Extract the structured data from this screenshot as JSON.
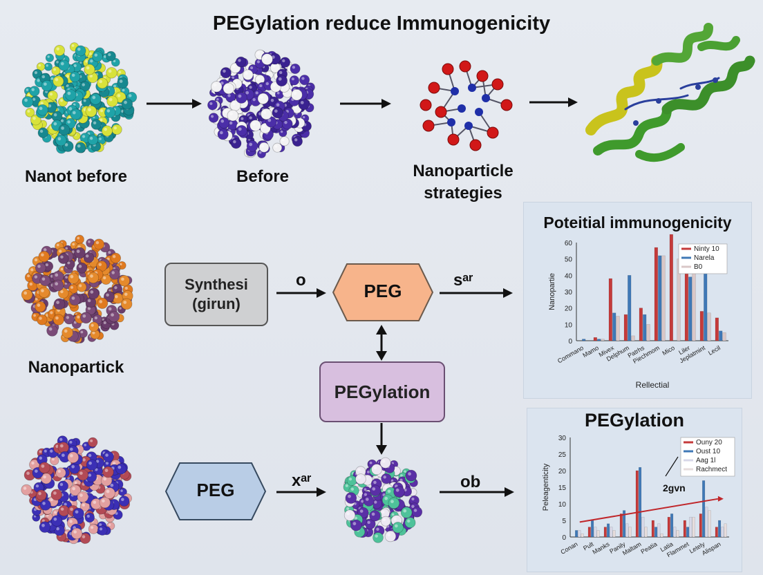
{
  "title": "PEGylation reduce  Immunogenicity",
  "labels": {
    "nanot_before": "Nanot before",
    "before": "Before",
    "nanoparticle_strategies_1": "Nanoparticle",
    "nanoparticle_strategies_2": "strategies",
    "nanopartick": "Nanopartick"
  },
  "flow": {
    "synthesi_1": "Synthesi",
    "synthesi_2": "(girun)",
    "peg_top": "PEG",
    "pegylation_box": "PEGylation",
    "peg_bottom": "PEG",
    "arrow_o": "o",
    "arrow_s": "sᵃʳ",
    "arrow_x": "xᵃʳ",
    "arrow_ob": "ob"
  },
  "colors": {
    "peg_top_fill": "#f7b48b",
    "peg_bottom_fill": "#b9cde6",
    "pegylation_fill": "#d8bfdf",
    "series_red": "#c43a3a",
    "series_blue": "#3f78b6",
    "series_light": "#d9c7c7"
  },
  "chart_data": [
    {
      "type": "bar",
      "title": "Poteitial immunogenicity",
      "xlabel": "Rellectial",
      "ylabel": "Nanopartie",
      "ylim": [
        0,
        60
      ],
      "yticks": [
        "0",
        "10",
        "20",
        "30",
        "40",
        "50",
        "60"
      ],
      "categories": [
        "Commano",
        "Mamo",
        "Mivex",
        "Delphum",
        "Patrhs",
        "Piechmom",
        "Mico",
        "Liler",
        "Jeplatmint",
        "Lecil"
      ],
      "series": [
        {
          "name": "Ninty 10",
          "values": [
            0,
            2,
            38,
            16,
            20,
            57,
            65,
            43,
            18,
            14
          ]
        },
        {
          "name": "Narela",
          "values": [
            1,
            1,
            17,
            40,
            16,
            52,
            0,
            39,
            44,
            6
          ]
        },
        {
          "name": "B0",
          "values": [
            0,
            1,
            15,
            3,
            10,
            52,
            50,
            52,
            17,
            5
          ]
        }
      ],
      "legend": "top-right",
      "grid": false
    },
    {
      "type": "bar",
      "title": "PEGylation",
      "ylabel": "Peleagenticity",
      "ylim": [
        0,
        30
      ],
      "yticks": [
        "0",
        "5",
        "10",
        "15",
        "20",
        "25",
        "30"
      ],
      "categories": [
        "Conan",
        "Pult",
        "Manks",
        "Panily",
        "Maltam",
        "Peatia",
        "Latia",
        "Flammet",
        "Letely",
        "Alispan"
      ],
      "series": [
        {
          "name": "Ouny 20",
          "values": [
            0,
            3,
            3,
            7,
            20,
            5,
            6,
            5,
            7,
            3
          ]
        },
        {
          "name": "Oust 10",
          "values": [
            2,
            5,
            4,
            8,
            21,
            3,
            7,
            3,
            17,
            5
          ]
        },
        {
          "name": "Aag 1l",
          "values": [
            2,
            3,
            3,
            4,
            6,
            4,
            3,
            6,
            9,
            3
          ]
        },
        {
          "name": "Rachmect",
          "values": [
            1,
            2,
            2,
            3,
            3,
            1,
            2,
            6,
            8,
            4
          ]
        }
      ],
      "annotation": "2gvn",
      "trend_line": [
        4.5,
        11.5
      ],
      "legend": "top-right",
      "grid": false
    }
  ]
}
